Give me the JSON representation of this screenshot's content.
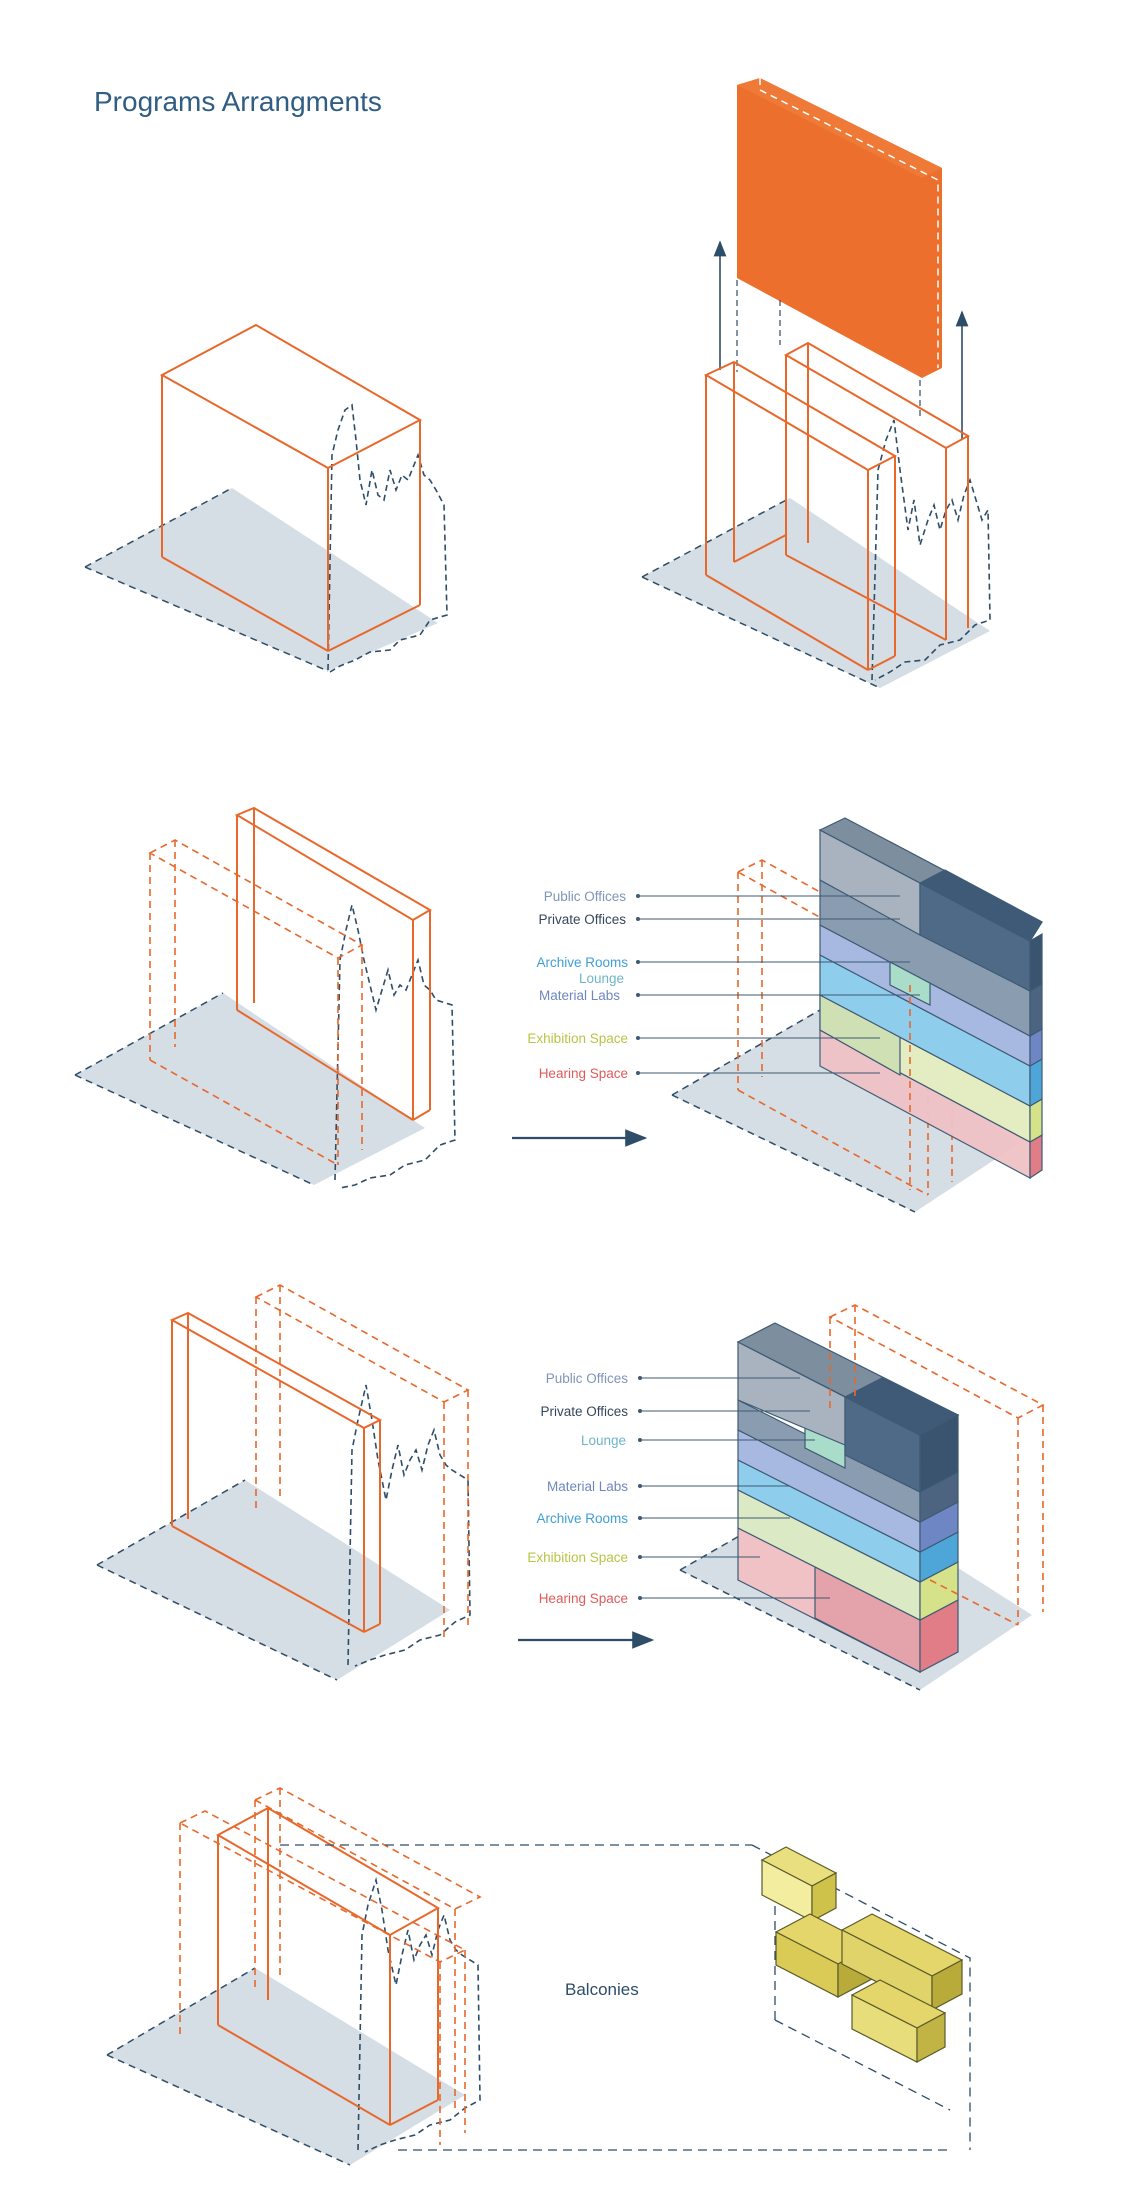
{
  "title": "Programs Arrangments",
  "colors": {
    "orange": "#e8682b",
    "ground": "#d5dde5",
    "dashed_navy": "#2e4d68",
    "arrow": "#2e4d68",
    "balcony": "#d8cb55"
  },
  "legend_a": {
    "public_offices": "Public  Offices",
    "private_offices": "Private Offices",
    "archive_rooms": "Archive Rooms",
    "lounge": "Lounge",
    "material_labs": "Material Labs",
    "exhibition_space": "Exhibition Space",
    "hearing_space": "Hearing Space"
  },
  "legend_b": {
    "public_offices": "Public  Offices",
    "private_offices": "Private Offices",
    "lounge": "Lounge",
    "material_labs": "Material Labs",
    "archive_rooms": "Archive Rooms",
    "exhibition_space": "Exhibition Space",
    "hearing_space": "Hearing Space"
  },
  "balconies_label": "Balconies"
}
